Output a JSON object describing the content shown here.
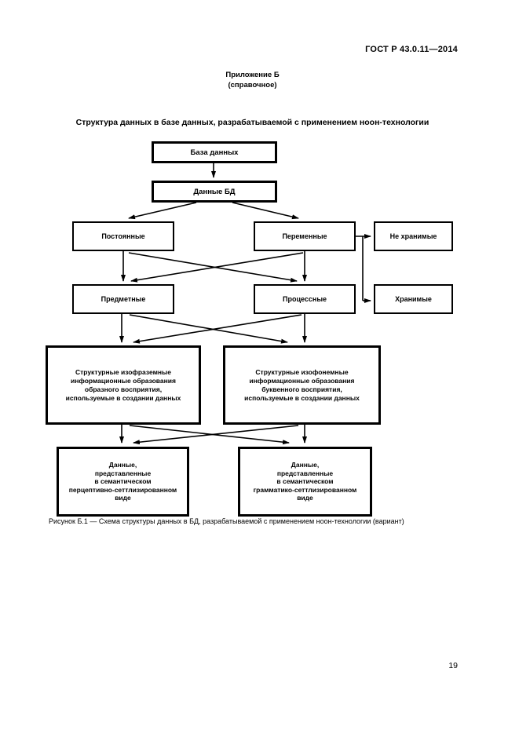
{
  "page": {
    "header": "ГОСТ Р 43.0.11—2014",
    "appendix": {
      "title": "Приложение Б",
      "subtitle": "(справочное)"
    },
    "section_title": "Структура данных в базе данных, разрабатываемой с применением ноон-технологии",
    "figure_caption": "Рисунок Б.1 — Схема структуры данных в БД, разрабатываемой с применением ноон-технологии (вариант)",
    "page_number": "19"
  },
  "diagram": {
    "nodes": {
      "database": {
        "label": "База данных"
      },
      "db_data": {
        "label": "Данные БД"
      },
      "constant": {
        "label": "Постоянные"
      },
      "variable": {
        "label": "Переменные"
      },
      "not_stored": {
        "label": "Не хранимые"
      },
      "subject": {
        "label": "Предметные"
      },
      "process": {
        "label": "Процессные"
      },
      "stored": {
        "label": "Хранимые"
      },
      "isophrase": {
        "lines": [
          "Структурные изофраземные",
          "информационные образования",
          "образного восприятия,",
          "используемые в создании данных"
        ]
      },
      "isophoneme": {
        "lines": [
          "Структурные изофонемные",
          "информационные образования",
          "буквенного восприятия,",
          "используемые в создании данных"
        ]
      },
      "perceptive": {
        "lines": [
          "Данные,",
          "представленные",
          "в семантическом",
          "перцептивно-сеттлизированном",
          "виде"
        ]
      },
      "grammar": {
        "lines": [
          "Данные,",
          "представленные",
          "в семантическом",
          "грамматико-сеттлизированном",
          "виде"
        ]
      }
    }
  }
}
